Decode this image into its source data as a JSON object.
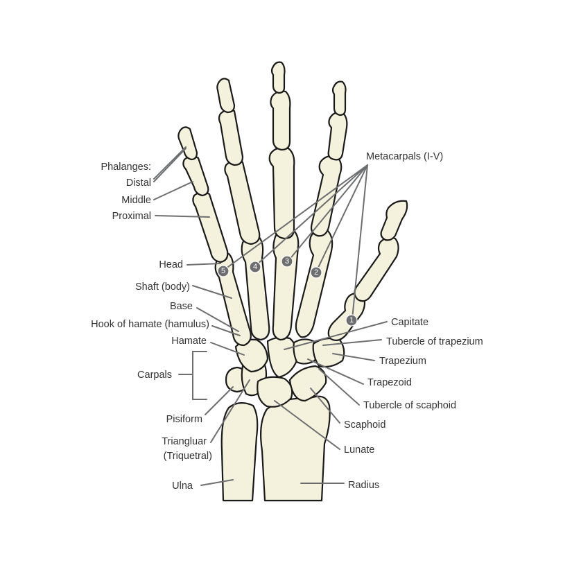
{
  "labels": {
    "phalanges": "Phalanges:",
    "distal": "Distal",
    "middle": "Middle",
    "proximal": "Proximal",
    "head": "Head",
    "shaft": "Shaft (body)",
    "base": "Base",
    "hook_of_hamate": "Hook of hamate (hamulus)",
    "hamate": "Hamate",
    "carpals": "Carpals",
    "pisiform": "Pisiform",
    "triangular": "Triangluar",
    "triquetral": "(Triquetral)",
    "ulna": "Ulna",
    "metacarpals": "Metacarpals (I-V)",
    "capitate": "Capitate",
    "tubercle_of_trapezium": "Tubercle of trapezium",
    "trapezium": "Trapezium",
    "trapezoid": "Trapezoid",
    "tubercle_of_scaphoid": "Tubercle of scaphoid",
    "scaphoid": "Scaphoid",
    "lunate": "Lunate",
    "radius": "Radius"
  },
  "metacarpal_numbers": [
    "1",
    "2",
    "3",
    "4",
    "5"
  ],
  "colors": {
    "bone_fill": "#f4f1dc",
    "outline": "#1a1a1a",
    "leader": "#6d6e70",
    "badge": "#6d6e70",
    "text": "#333333"
  }
}
